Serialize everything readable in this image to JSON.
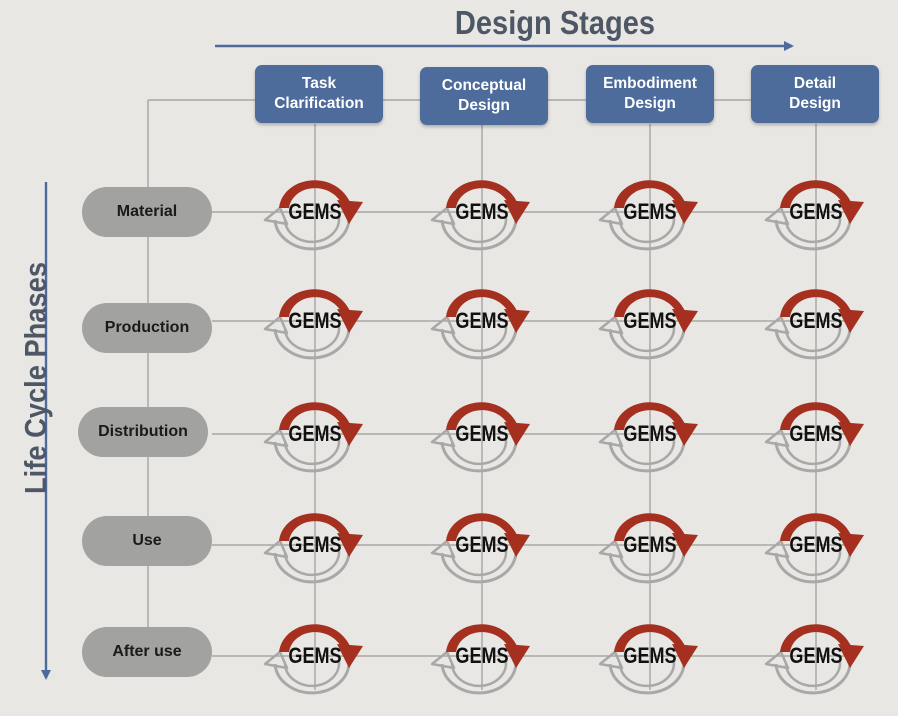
{
  "title_top": "Design Stages",
  "title_side": "Life Cycle Phases",
  "stages": [
    {
      "label": "Task\nClarification"
    },
    {
      "label": "Conceptual\nDesign"
    },
    {
      "label": "Embodiment\nDesign"
    },
    {
      "label": "Detail\nDesign"
    }
  ],
  "phases": [
    {
      "label": "Material"
    },
    {
      "label": "Production"
    },
    {
      "label": "Distribution"
    },
    {
      "label": "Use"
    },
    {
      "label": "After use"
    }
  ],
  "cell_label": "GEMS",
  "colors": {
    "background": "#e8e7e4",
    "stage_fill": "#4d6c9b",
    "phase_fill": "#a2a3a0",
    "arrow_axis": "#4e6a9c",
    "gems_arrow": "#a5301f",
    "gems_arrow_grey": "#a8a8a8"
  }
}
